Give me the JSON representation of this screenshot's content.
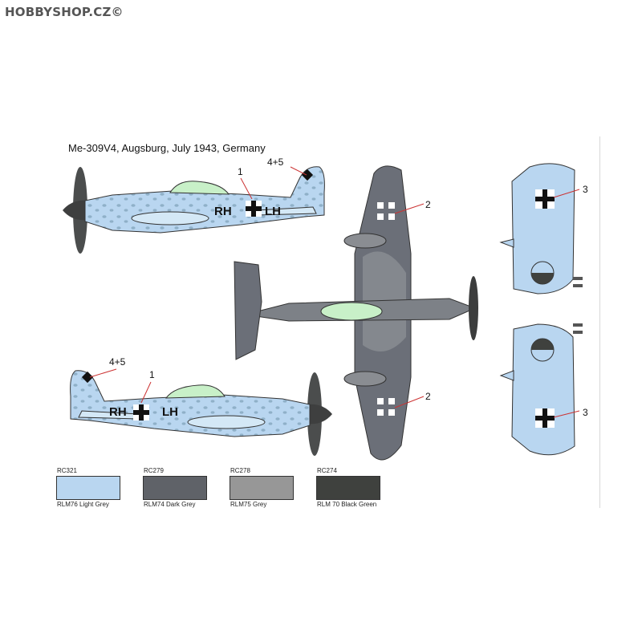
{
  "watermark": "HOBBYSHOP.CZ©",
  "caption": "Me-309V4, Augsburg, July 1943, Germany",
  "callouts": {
    "c1_top": "1",
    "c45_top": "4+5",
    "c2_top": "2",
    "c3_top": "3",
    "c45_bottom": "4+5",
    "c1_bottom": "1",
    "c2_bottom": "2",
    "c3_bottom": "3"
  },
  "codes": {
    "left": "RH",
    "right": "LH"
  },
  "swatches": [
    {
      "code": "RC321",
      "name": "RLM76 Light Grey",
      "color": "#b9d6f0"
    },
    {
      "code": "RC279",
      "name": "RLM74 Dark Grey",
      "color": "#5f6268"
    },
    {
      "code": "RC278",
      "name": "RLM75 Grey",
      "color": "#979797"
    },
    {
      "code": "RC274",
      "name": "RLM 70 Black Green",
      "color": "#3f413e"
    }
  ],
  "colors": {
    "light_blue": "#b9d6f0",
    "dark_grey": "#5f6268",
    "mid_grey": "#979797",
    "black_green": "#3f413e",
    "canopy": "#c8f0c8"
  }
}
